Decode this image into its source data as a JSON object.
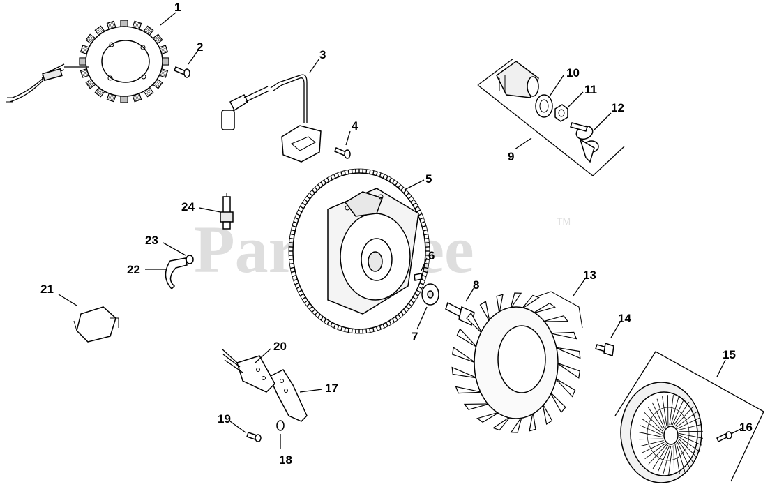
{
  "watermark": {
    "text": "PartsTree",
    "tm": "TM"
  },
  "parts": [
    {
      "id": "1",
      "label": "1"
    },
    {
      "id": "2",
      "label": "2"
    },
    {
      "id": "3",
      "label": "3"
    },
    {
      "id": "4",
      "label": "4"
    },
    {
      "id": "5",
      "label": "5"
    },
    {
      "id": "6",
      "label": "6"
    },
    {
      "id": "7",
      "label": "7"
    },
    {
      "id": "8",
      "label": "8"
    },
    {
      "id": "9",
      "label": "9"
    },
    {
      "id": "10",
      "label": "10"
    },
    {
      "id": "11",
      "label": "11"
    },
    {
      "id": "12",
      "label": "12"
    },
    {
      "id": "13",
      "label": "13"
    },
    {
      "id": "14",
      "label": "14"
    },
    {
      "id": "15",
      "label": "15"
    },
    {
      "id": "16",
      "label": "16"
    },
    {
      "id": "17",
      "label": "17"
    },
    {
      "id": "18",
      "label": "18"
    },
    {
      "id": "19",
      "label": "19"
    },
    {
      "id": "20",
      "label": "20"
    },
    {
      "id": "21",
      "label": "21"
    },
    {
      "id": "22",
      "label": "22"
    },
    {
      "id": "23",
      "label": "23"
    },
    {
      "id": "24",
      "label": "24"
    }
  ]
}
